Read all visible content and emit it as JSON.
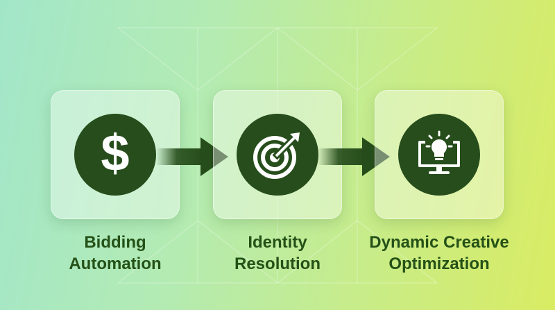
{
  "colors": {
    "icon_circle": "#264d1b",
    "arrow": "#264d1b",
    "label_text": "#245117",
    "card": "#ffffff"
  },
  "steps": [
    {
      "icon": "dollar-sign-icon",
      "glyph": "$",
      "label_line1": "Bidding",
      "label_line2": "Automation"
    },
    {
      "icon": "target-arrow-icon",
      "label_line1": "Identity",
      "label_line2": "Resolution"
    },
    {
      "icon": "monitor-lightbulb-icon",
      "label_line1": "Dynamic Creative",
      "label_line2": "Optimization"
    }
  ],
  "connectors": [
    "arrow-right-icon",
    "arrow-right-icon"
  ]
}
